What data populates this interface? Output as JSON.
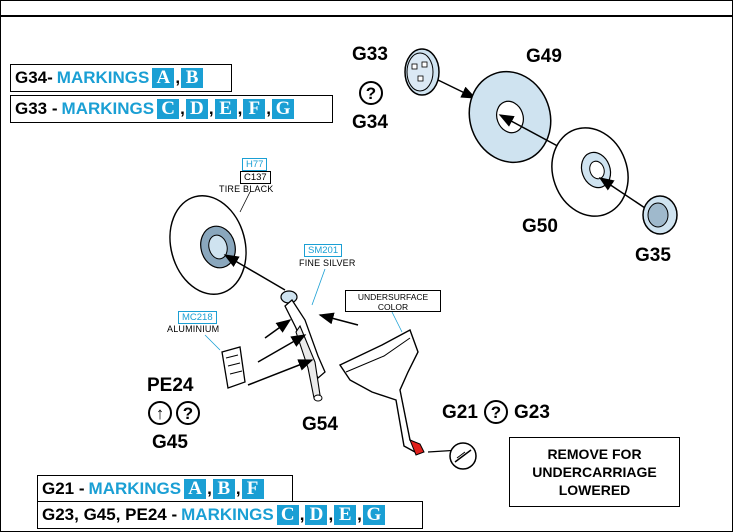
{
  "top_markings": [
    {
      "prefix": "G34-",
      "word": "MARKINGS",
      "letters": [
        "A",
        "B"
      ]
    },
    {
      "prefix": "G33 -",
      "word": "MARKINGS",
      "letters": [
        "C",
        "D",
        "E",
        "F",
        "G"
      ]
    }
  ],
  "bottom_markings": [
    {
      "prefix": "G21 -",
      "word": "MARKINGS",
      "letters": [
        "A",
        "B",
        "F"
      ]
    },
    {
      "prefix": "G23, G45, PE24 -",
      "word": "MARKINGS",
      "letters": [
        "C",
        "D",
        "E",
        "G"
      ]
    }
  ],
  "parts": {
    "g33": "G33",
    "g34": "G34",
    "g49": "G49",
    "g50": "G50",
    "g35": "G35",
    "g54": "G54",
    "pe24": "PE24",
    "g45": "G45",
    "g21": "G21",
    "g23": "G23"
  },
  "paints": {
    "h77": "H77",
    "c137": "C137",
    "tire_black": "TIRE BLACK",
    "sm201": "SM201",
    "fine_silver": "FINE SILVER",
    "mc218": "MC218",
    "aluminium": "ALUMINIUM",
    "undersurface_1": "UNDERSURFACE",
    "undersurface_2": "COLOR"
  },
  "symbols": {
    "question": "?",
    "arrow_up": "↑"
  },
  "note": {
    "line1": "REMOVE FOR",
    "line2": "UNDERCARRIAGE",
    "line3": "LOWERED"
  },
  "colors": {
    "accent": "#1a9fd4",
    "part_fill": "#cfe3f0",
    "red_part": "#e0201c"
  }
}
